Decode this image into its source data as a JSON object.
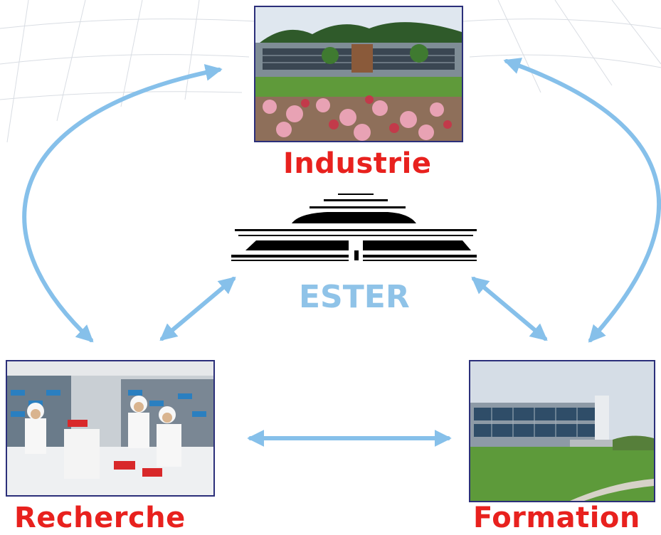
{
  "labels": {
    "industrie": "Industrie",
    "ester": "ESTER",
    "recherche": "Recherche",
    "formation": "Formation"
  },
  "colors": {
    "label_red": "#e8211e",
    "ester_blue": "#8fc3e8",
    "arrow_blue": "#86c0ea",
    "photo_border": "#2b2f7a"
  }
}
